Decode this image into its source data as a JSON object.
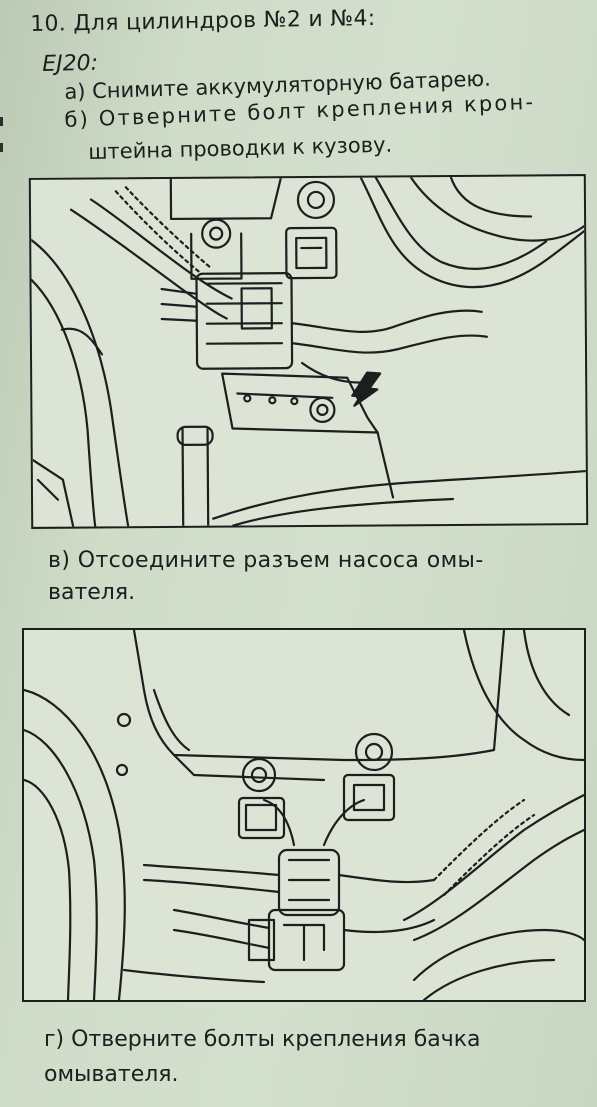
{
  "page": {
    "heading": "10. Для цилиндров №2 и №4:",
    "model": "EJ20:",
    "steps": {
      "a": "а) Снимите аккумуляторную батарею.",
      "b_line1": "б) Отверните болт крепления крон-",
      "b_line2": "штейна проводки к кузову.",
      "v_line1": "в) Отсоедините разъем насоса омы-",
      "v_line2": "вателя.",
      "g_line1": "г) Отверните болты крепления бачка",
      "g_line2": "омывателя."
    }
  },
  "figures": [
    {
      "id": "figure-1",
      "content": "engine-bay-bracket-bolt",
      "arrow": "pointer-arrow-icon"
    },
    {
      "id": "figure-2",
      "content": "washer-pump-connectors"
    }
  ],
  "colors": {
    "paper": "#cfdcc8",
    "ink": "#1c1f1e",
    "figure_bg": "#dbe4d5"
  }
}
